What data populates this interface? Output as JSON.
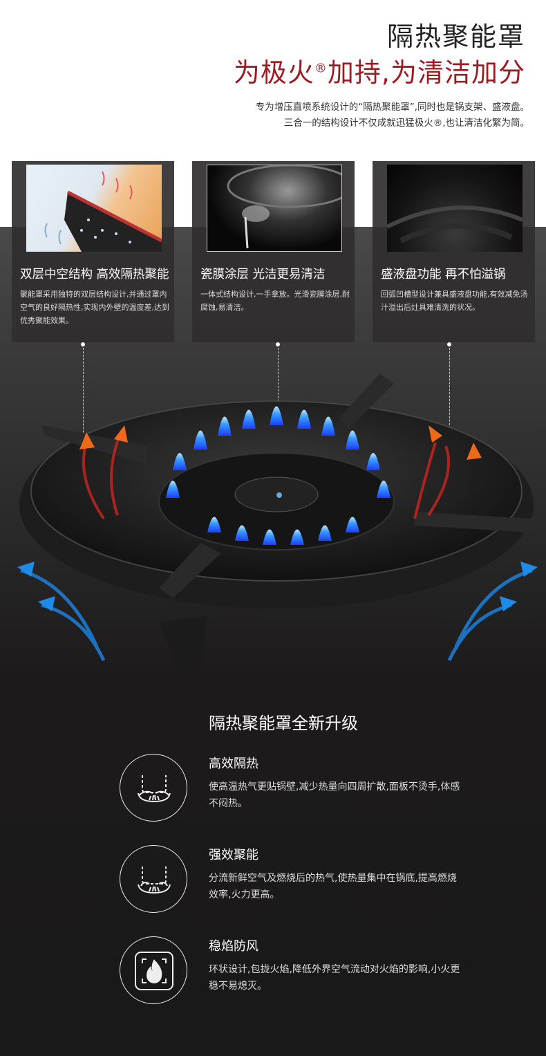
{
  "header": {
    "title": "隔热聚能罩",
    "subtitle_before": "为极火",
    "subtitle_reg": "®",
    "subtitle_after": "加持,为清洁加分",
    "intro_line1": "专为增压直喷系统设计的“隔热聚能罩”,同时也是锅支架、盛液盘。",
    "intro_line2": "三合一的结构设计不仅成就迅猛极火®,也让清洁化繁为简。"
  },
  "cards": [
    {
      "title": "双层中空结构  高效隔热聚能",
      "desc": "聚能罩采用独特的双层结构设计,并通过罩内空气的良好隔热性,实现内外壁的温度差,达到优秀聚能效果。"
    },
    {
      "title": "瓷膜涂层  光洁更易清洁",
      "desc": "一体式结构设计,一手拿放。光滑瓷膜涂层,耐腐蚀,易清洁。"
    },
    {
      "title": "盛液盘功能  再不怕溢锅",
      "desc": "回弧凹槽型设计兼具盛液盘功能,有效减免汤汁溢出后灶具难清洗的状况。"
    }
  ],
  "upgrade": {
    "title": "隔热聚能罩全新升级",
    "features": [
      {
        "title": "高效隔热",
        "desc": "使高温热气更贴锅壁,减少热量向四周扩散,面板不烫手,体感不闷热。",
        "icon": "heat-insulation-icon"
      },
      {
        "title": "强效聚能",
        "desc": "分流新鲜空气及燃烧后的热气,使热量集中在锅底,提高燃烧效率,火力更高。",
        "icon": "energy-focus-icon"
      },
      {
        "title": "稳焰防风",
        "desc": "环状设计,包拢火焰,降低外界空气流动对火焰的影响,小火更稳不易熄灭。",
        "icon": "windproof-flame-icon"
      }
    ]
  },
  "colors": {
    "accent_red": "#9b1d22",
    "flame_blue": "#2a7bff"
  }
}
